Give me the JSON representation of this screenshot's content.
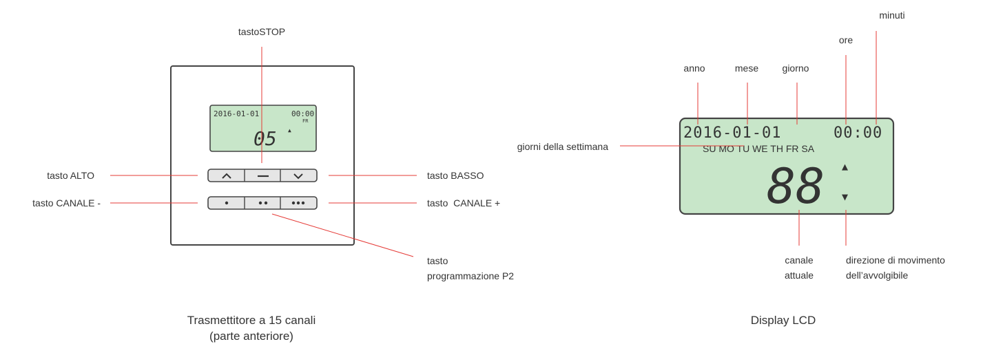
{
  "colors": {
    "leader": "#e53935",
    "lcd": "#c8e6c9",
    "frame": "#444444",
    "text": "#333333"
  },
  "transmitter": {
    "caption_line1": "Trasmettitore a 15 canali",
    "caption_line2": "(parte anteriore)",
    "lcd": {
      "date": "2016-01-01",
      "time": "00:00",
      "day": "FR",
      "channel": "05",
      "arrow": "▲"
    },
    "buttons_top": {
      "up": "^",
      "stop": "—",
      "down": "⌄"
    },
    "buttons_bottom": {
      "ch_minus": "•",
      "p2": "••",
      "ch_plus": "•••"
    },
    "labels": {
      "stop": "tastoSTOP",
      "up": "tasto ALTO",
      "ch_minus": "tasto CANALE -",
      "down": "tasto BASSO",
      "ch_plus": "tasto  CANALE +",
      "p2_line1": "tasto",
      "p2_line2": "programmazione P2"
    }
  },
  "lcd_display": {
    "caption": "Display LCD",
    "date": "2016-01-01",
    "time": "00:00",
    "weekdays": "SU MO TU WE TH FR SA",
    "channel": "88",
    "arrow_up": "▲",
    "arrow_down": "▼",
    "labels": {
      "anno": "anno",
      "mese": "mese",
      "giorno": "giorno",
      "ore": "ore",
      "minuti": "minuti",
      "weekdays": "giorni della settimana",
      "channel_line1": "canale",
      "channel_line2": "attuale",
      "direction_line1": "direzione di movimento",
      "direction_line2": "dell’avvolgibile"
    }
  }
}
